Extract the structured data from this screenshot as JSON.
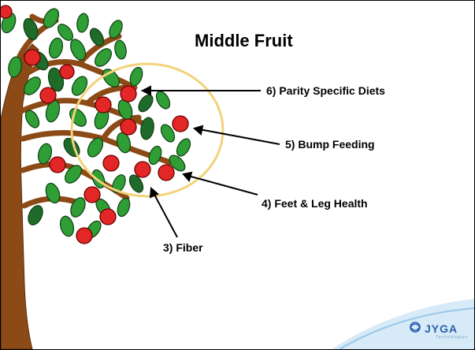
{
  "slide": {
    "title": "Middle Fruit",
    "labels": [
      "6) Parity Specific Diets",
      "5) Bump Feeding",
      "4) Feet & Leg Health",
      "3) Fiber"
    ],
    "logo": {
      "name": "JYGA",
      "tagline": "Technologies"
    }
  },
  "colors": {
    "trunk": "#8b4a16",
    "leaf": "#2e9e35",
    "leaf_dark": "#1f6b2a",
    "apple": "#e32626",
    "circle": "#f3d27a",
    "logo": "#2a5fae"
  }
}
